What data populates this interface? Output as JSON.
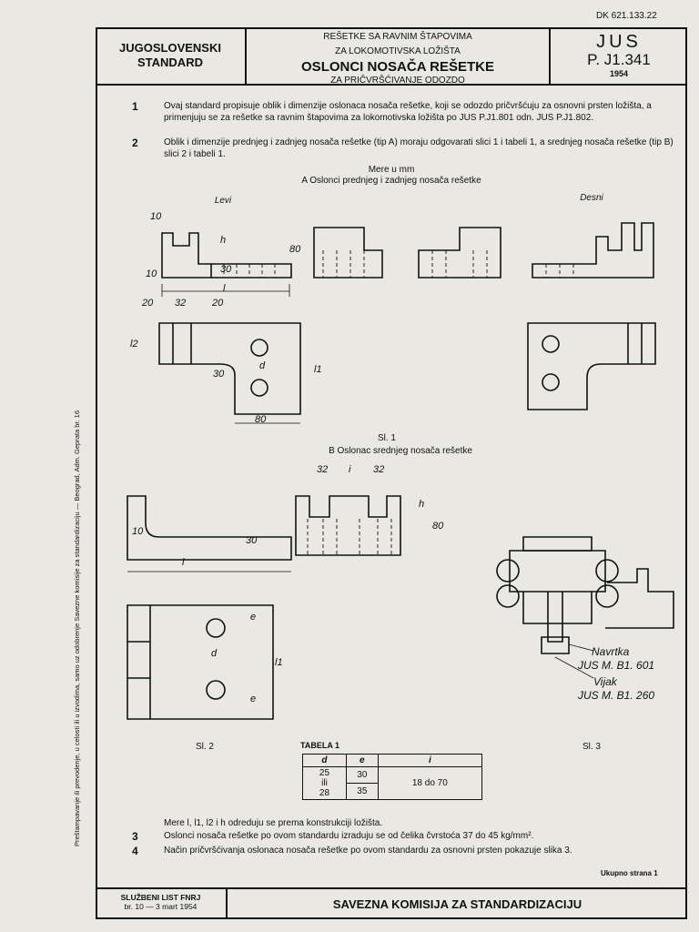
{
  "dk": "DK 621.133.22",
  "header": {
    "left_line1": "JUGOSLOVENSKI",
    "left_line2": "STANDARD",
    "mid_line1": "REŠETKE SA RAVNIM ŠTAPOVIMA",
    "mid_line2": "ZA LOKOMOTIVSKA LOŽIŠTA",
    "mid_title": "OSLONCI NOSAČA REŠETKE",
    "mid_sub": "ZA PRIČVRŠĆIVANJE ODOZDO",
    "jus": "JUS",
    "code": "P. J1.341",
    "year": "1954"
  },
  "paragraphs": [
    {
      "num": "1",
      "text": "Ovaj standard propisuje oblik i dimenzije oslonaca nosača rešetke, koji se odozdo pričvršćuju za osnovni prsten ložišta, a primenjuju se za rešetke sa ravnim štapovima za lokomotivska ložišta po JUS P.J1.801 odn. JUS P.J1.802."
    },
    {
      "num": "2",
      "text": "Oblik i dimenzije prednjeg i zadnjeg nosača rešetke (tip A) moraju odgovarati slici 1 i tabeli 1, a srednjeg nosača rešetke (tip B) slici 2 i tabeli 1."
    }
  ],
  "mere": "Mere u mm",
  "section_a": "A Oslonci prednjeg i zadnjeg nosača rešetke",
  "levi": "Levi",
  "desni": "Desni",
  "sl1": "Sl. 1",
  "section_b": "B Oslonac srednjeg nosača rešetke",
  "sl2": "Sl. 2",
  "sl3": "Sl. 3",
  "labels_sl3": {
    "navrtka": "Navrtka",
    "navrtka_std": "JUS M. B1. 601",
    "vijak": "Vijak",
    "vijak_std": "JUS M. B1. 260"
  },
  "dims": {
    "d10": "10",
    "d80": "80",
    "d30": "30",
    "d20": "20",
    "d32": "32",
    "l": "l",
    "l1": "l1",
    "l2": "l2",
    "h": "h",
    "d": "d",
    "e": "e",
    "i": "i"
  },
  "table": {
    "title": "TABELA 1",
    "headers": [
      "d",
      "e",
      "i"
    ],
    "d_values": [
      "25",
      "ili",
      "28"
    ],
    "e_values": [
      "30",
      "35"
    ],
    "i_value": "18 do 70"
  },
  "notes": [
    {
      "num": "",
      "text": "Mere l, l1, l2 i h odreduju se prema konstrukciji ložišta."
    },
    {
      "num": "3",
      "text": "Oslonci nosača rešetke po ovom standardu izraduju se od čelika čvrstoća 37 do 45 kg/mm²."
    },
    {
      "num": "4",
      "text": "Način pričvršćivanja oslonaca nosača rešetke po ovom standardu za osnovni prsten pokazuje slika 3."
    }
  ],
  "ukupno": "Ukupno strana 1",
  "footer": {
    "left_line1": "SLUŽBENI LIST FNRJ",
    "left_line2": "br. 10 — 3 mart 1954",
    "right": "SAVEZNA KOMISIJA ZA STANDARDIZACIJU"
  },
  "side_note": "Preštampavanje ili prevodenje, u celosti ili u izvodima, samo uz odobrenje Savezne komisije za standardizaciju — Beograd, Adm. Geprata br. 16"
}
